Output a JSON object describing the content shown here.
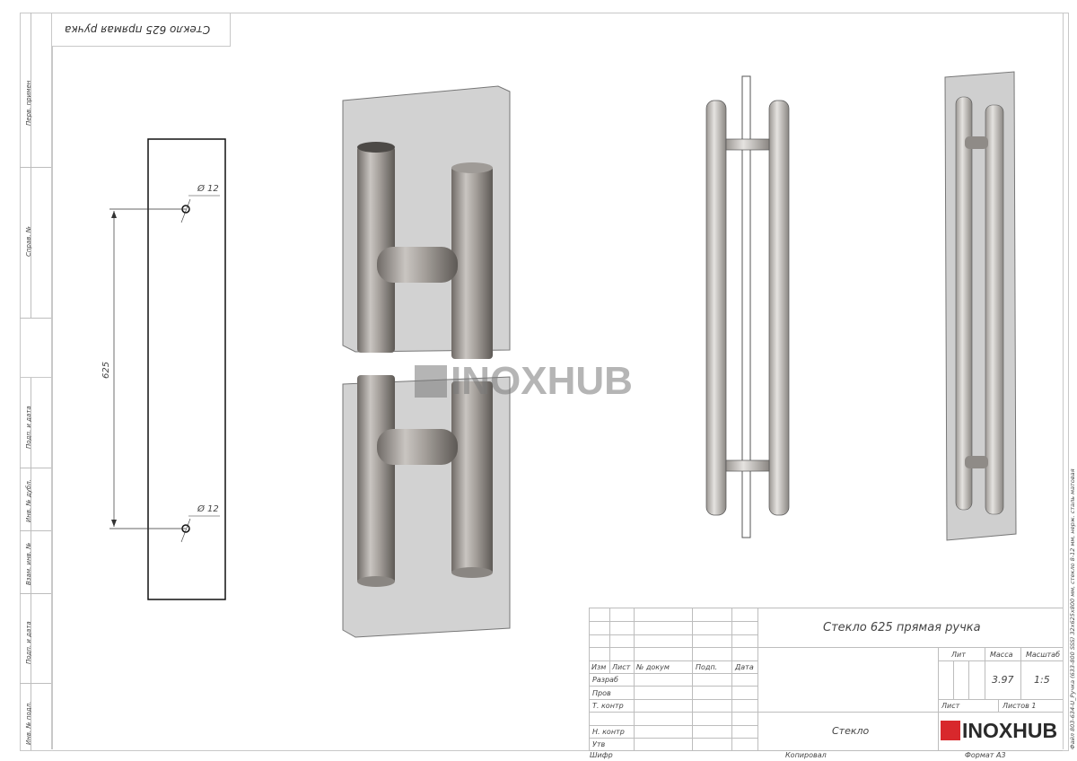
{
  "drawing": {
    "title": "Стекло 625 прямая ручка",
    "title_mirrored": "Стекло 625 прямая ручка",
    "material": "Стекло",
    "mass": "3.97",
    "scale": "1:5",
    "sheet_label": "Лист",
    "sheets_label": "Листов 1",
    "format": "Формат A3",
    "copied": "Копировал",
    "cipher": "Шифр",
    "file_note": "Файл 803-634-U_Ручка (633-800 SSS) 32x625x800 мм, стекло 8-12 мм, нерж. сталь матовая",
    "logo": "INOXHUB",
    "watermark": "INOXHUB"
  },
  "title_block": {
    "headers": {
      "izm": "Изм",
      "list": "Лист",
      "doc": "№ докум",
      "sign": "Подп.",
      "date": "Дата",
      "lit": "Лит",
      "mass": "Масса",
      "scale": "Масштаб"
    },
    "roles": [
      "Разраб",
      "Пров",
      "Т. контр",
      "",
      "Н. контр",
      "Утв"
    ]
  },
  "side_stamps": [
    "Перв. примен",
    "Справ. №",
    "Подп. и дата",
    "Инв. № дубл.",
    "Взам. инв. №",
    "Подп. и дата",
    "Инв. № подл."
  ],
  "dimensions": {
    "hole_diameter_top": "Ø 12",
    "hole_diameter_bottom": "Ø 12",
    "spacing": "625"
  },
  "colors": {
    "logo_red": "#d8282c",
    "frame": "#bdbdbd"
  }
}
